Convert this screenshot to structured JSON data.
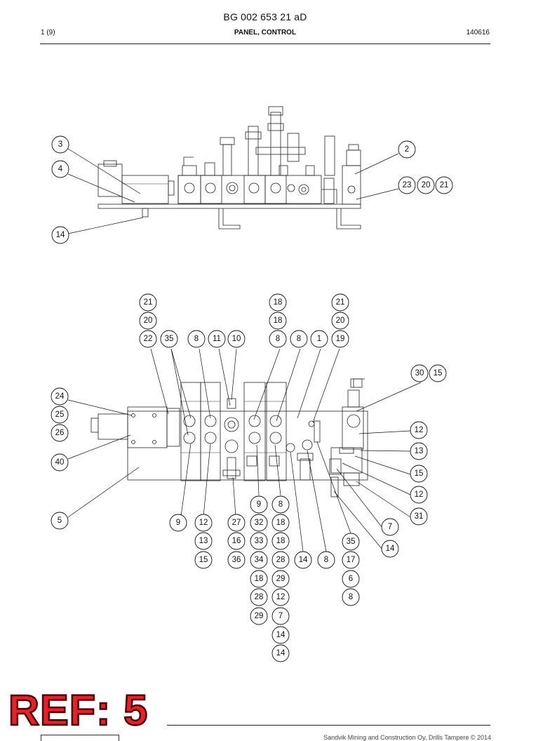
{
  "header": {
    "doc_number": "BG 002 653 21 aD",
    "page": "1 (9)",
    "title": "PANEL, CONTROL",
    "date": "140616"
  },
  "stamp": {
    "text": "REF: 5"
  },
  "footer": {
    "copyright": "Sandvik Mining and Construction Oy, Drills Tampere © 2014"
  },
  "top_view": {
    "balloons": [
      "3",
      "4",
      "14",
      "2",
      "23",
      "20",
      "21"
    ]
  },
  "front_view": {
    "balloons": [
      "21",
      "20",
      "22",
      "35",
      "8",
      "11",
      "10",
      "18",
      "18",
      "8",
      "8",
      "1",
      "21",
      "20",
      "19",
      "30",
      "15",
      "24",
      "25",
      "26",
      "40",
      "5",
      "12",
      "13",
      "15",
      "12",
      "31",
      "7",
      "14",
      "9",
      "12",
      "13",
      "15",
      "27",
      "16",
      "36",
      "9",
      "32",
      "33",
      "34",
      "18",
      "28",
      "29",
      "8",
      "18",
      "18",
      "28",
      "29",
      "12",
      "7",
      "14",
      "14",
      "14",
      "8",
      "35",
      "17",
      "6",
      "8"
    ]
  }
}
